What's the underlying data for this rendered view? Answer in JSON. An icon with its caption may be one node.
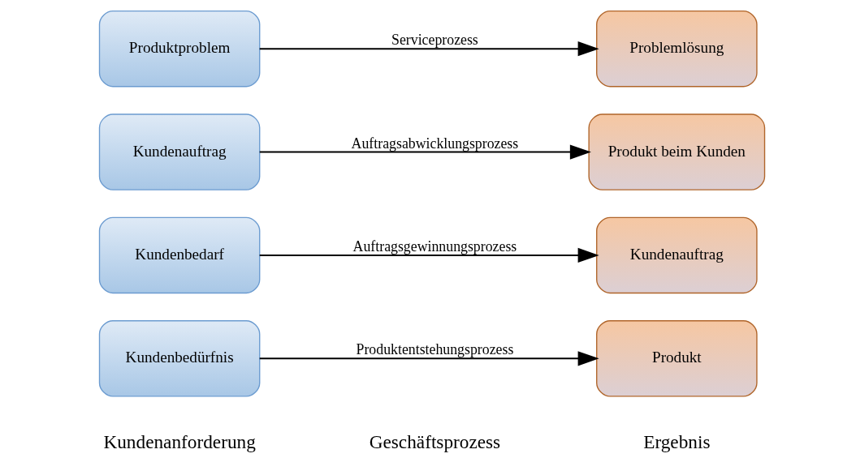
{
  "diagram": {
    "nodes": [
      {
        "text": [
          "Kundenbedürfnis"
        ]
      },
      {
        "text": [
          "Produkt"
        ]
      },
      {
        "text": [
          "Kundenbedarf"
        ]
      },
      {
        "text": [
          "Kundenauftrag"
        ]
      },
      {
        "text": [
          "Kundenauftrag"
        ]
      },
      {
        "text": [
          "Produkt beim Kunden"
        ]
      },
      {
        "text": [
          "Produktproblem"
        ]
      },
      {
        "text": [
          "Problemlösung"
        ]
      }
    ],
    "edges": [
      {
        "from": 0,
        "to": 1,
        "arrow": "to",
        "label": "Produktentstehungsprozess"
      },
      {
        "from": 2,
        "to": 3,
        "arrow": "to",
        "label": "Auftragsgewinnungsprozess"
      },
      {
        "from": 4,
        "to": 5,
        "arrow": "to",
        "label": "Auftragsabwicklungsprozess"
      },
      {
        "from": 6,
        "to": 7,
        "arrow": "to",
        "label": "Serviceprozess"
      }
    ],
    "labels": [
      "Kundenanforderung",
      "Geschäftsprozess",
      "Ergebnis"
    ]
  }
}
